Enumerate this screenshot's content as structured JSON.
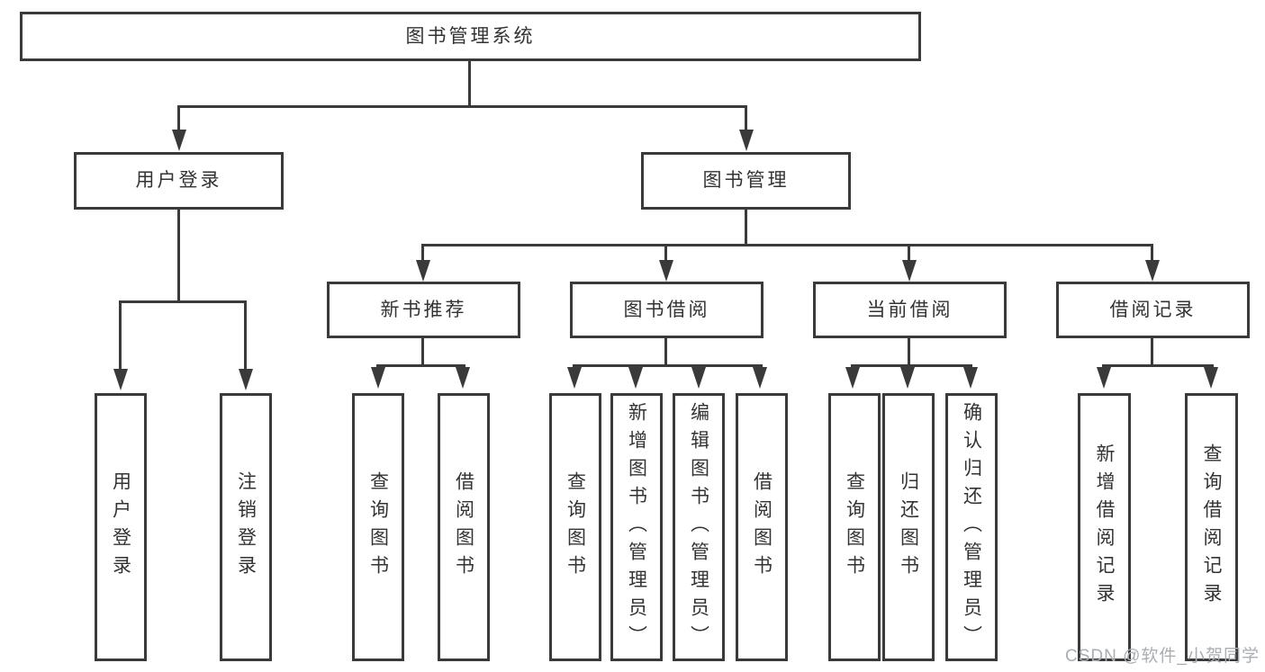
{
  "root": "图书管理系统",
  "watermark": "CSDN @软件_小贺同学",
  "colors": {
    "line": "#3a3a3a",
    "text": "#333333",
    "watermark": "#a9aeb4",
    "background": "#ffffff"
  },
  "branches": [
    {
      "label": "用户登录",
      "children": [
        "用户登录",
        "注销登录"
      ]
    },
    {
      "label": "图书管理",
      "sections": [
        {
          "label": "新书推荐",
          "children": [
            "查询图书",
            "借阅图书"
          ]
        },
        {
          "label": "图书借阅",
          "children": [
            "查询图书",
            "新增图书（管理员）",
            "编辑图书（管理员）",
            "借阅图书"
          ]
        },
        {
          "label": "当前借阅",
          "children": [
            "查询图书",
            "归还图书",
            "确认归还（管理员）"
          ]
        },
        {
          "label": "借阅记录",
          "children": [
            "新增借阅记录",
            "查询借阅记录"
          ]
        }
      ]
    }
  ]
}
